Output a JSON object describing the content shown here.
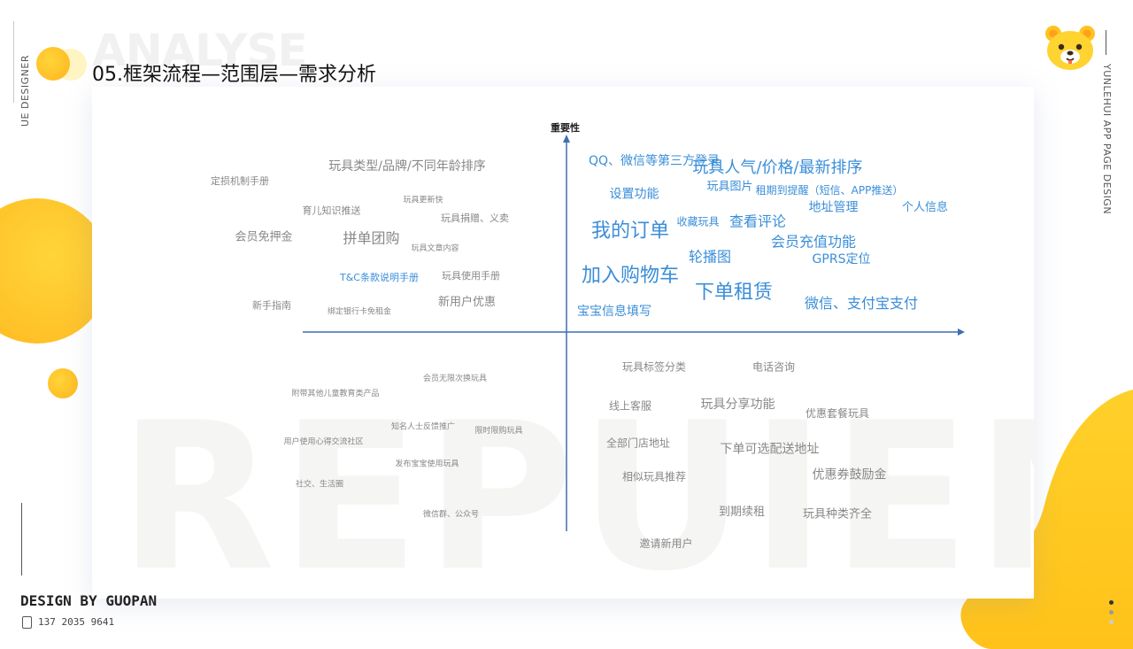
{
  "header": {
    "bg_title": "ANALYSE",
    "title": "05.框架流程—范围层—需求分析"
  },
  "side_labels": {
    "left": "UE DESIGNER",
    "right": "YUNLEHUI APP PAGE DESIGN"
  },
  "footer": {
    "credit": "DESIGN BY GUOPAN",
    "phone": "137 2035 9641"
  },
  "watermark": "REPUIEM",
  "icons": {
    "logo": "bear-face-icon",
    "phone": "phone-icon"
  },
  "colors": {
    "accent": "#ffc21f",
    "item_blue": "#3a8ed8",
    "item_gray": "#888888",
    "axis": "#3f6fb0"
  },
  "chart_data": {
    "type": "scatter",
    "title": "",
    "ylabel": "重要性",
    "xlabel": "",
    "items": [
      {
        "label": "玩具类型/品牌/不同年龄排序",
        "x": -0.4,
        "y": 0.89,
        "size": 14,
        "tone": "gray"
      },
      {
        "label": "定损机制手册",
        "x": -0.82,
        "y": 0.81,
        "size": 11,
        "tone": "gray"
      },
      {
        "label": "玩具更新快",
        "x": -0.36,
        "y": 0.71,
        "size": 9,
        "tone": "gray"
      },
      {
        "label": "育儿知识推送",
        "x": -0.59,
        "y": 0.65,
        "size": 11,
        "tone": "gray"
      },
      {
        "label": "玩具捐赠、义卖",
        "x": -0.23,
        "y": 0.61,
        "size": 11,
        "tone": "gray"
      },
      {
        "label": "会员免押金",
        "x": -0.76,
        "y": 0.51,
        "size": 13,
        "tone": "gray"
      },
      {
        "label": "拼单团购",
        "x": -0.49,
        "y": 0.5,
        "size": 16,
        "tone": "gray"
      },
      {
        "label": "玩具文章内容",
        "x": -0.33,
        "y": 0.45,
        "size": 9,
        "tone": "gray"
      },
      {
        "label": "T&C条款说明手册",
        "x": -0.47,
        "y": 0.29,
        "size": 11,
        "tone": "blue"
      },
      {
        "label": "玩具使用手册",
        "x": -0.24,
        "y": 0.3,
        "size": 11,
        "tone": "gray"
      },
      {
        "label": "新手指南",
        "x": -0.74,
        "y": 0.14,
        "size": 11,
        "tone": "gray"
      },
      {
        "label": "绑定银行卡免租金",
        "x": -0.52,
        "y": 0.11,
        "size": 9,
        "tone": "gray"
      },
      {
        "label": "新用户优惠",
        "x": -0.25,
        "y": 0.16,
        "size": 13,
        "tone": "gray"
      },
      {
        "label": "QQ、微信等第三方登录",
        "x": 0.22,
        "y": 0.92,
        "size": 14,
        "tone": "blue"
      },
      {
        "label": "玩具人气/价格/最新排序",
        "x": 0.53,
        "y": 0.88,
        "size": 18,
        "tone": "blue"
      },
      {
        "label": "设置功能",
        "x": 0.17,
        "y": 0.74,
        "size": 14,
        "tone": "blue"
      },
      {
        "label": "玩具图片",
        "x": 0.41,
        "y": 0.78,
        "size": 13,
        "tone": "blue"
      },
      {
        "label": "租期到提醒（短信、APP推送）",
        "x": 0.66,
        "y": 0.76,
        "size": 12,
        "tone": "blue"
      },
      {
        "label": "地址管理",
        "x": 0.67,
        "y": 0.67,
        "size": 14,
        "tone": "blue"
      },
      {
        "label": "个人信息",
        "x": 0.9,
        "y": 0.67,
        "size": 13,
        "tone": "blue"
      },
      {
        "label": "我的订单",
        "x": 0.16,
        "y": 0.54,
        "size": 22,
        "tone": "blue"
      },
      {
        "label": "收藏玩具",
        "x": 0.33,
        "y": 0.59,
        "size": 12,
        "tone": "blue"
      },
      {
        "label": "查看评论",
        "x": 0.48,
        "y": 0.59,
        "size": 16,
        "tone": "blue"
      },
      {
        "label": "会员充值功能",
        "x": 0.62,
        "y": 0.48,
        "size": 16,
        "tone": "blue"
      },
      {
        "label": "轮播图",
        "x": 0.36,
        "y": 0.4,
        "size": 16,
        "tone": "blue"
      },
      {
        "label": "GPRS定位",
        "x": 0.69,
        "y": 0.39,
        "size": 14,
        "tone": "blue"
      },
      {
        "label": "加入购物车",
        "x": 0.16,
        "y": 0.3,
        "size": 22,
        "tone": "blue"
      },
      {
        "label": "下单租赁",
        "x": 0.42,
        "y": 0.21,
        "size": 22,
        "tone": "blue"
      },
      {
        "label": "宝宝信息填写",
        "x": 0.12,
        "y": 0.11,
        "size": 14,
        "tone": "blue"
      },
      {
        "label": "微信、支付宝支付",
        "x": 0.74,
        "y": 0.15,
        "size": 16,
        "tone": "blue"
      },
      {
        "label": "会员无限次换玩具",
        "x": -0.28,
        "y": -0.25,
        "size": 9,
        "tone": "gray"
      },
      {
        "label": "附带其他儿童教育类产品",
        "x": -0.58,
        "y": -0.33,
        "size": 9,
        "tone": "gray"
      },
      {
        "label": "知名人士反馈推广",
        "x": -0.36,
        "y": -0.51,
        "size": 9,
        "tone": "gray"
      },
      {
        "label": "限时限购玩具",
        "x": -0.17,
        "y": -0.53,
        "size": 9,
        "tone": "gray"
      },
      {
        "label": "用户使用心得交流社区",
        "x": -0.61,
        "y": -0.59,
        "size": 9,
        "tone": "gray"
      },
      {
        "label": "发布宝宝使用玩具",
        "x": -0.35,
        "y": -0.71,
        "size": 9,
        "tone": "gray"
      },
      {
        "label": "社交、生活圈",
        "x": -0.62,
        "y": -0.82,
        "size": 9,
        "tone": "gray"
      },
      {
        "label": "微信群、公众号",
        "x": -0.29,
        "y": -0.98,
        "size": 9,
        "tone": "gray"
      },
      {
        "label": "玩具标签分类",
        "x": 0.22,
        "y": -0.19,
        "size": 12,
        "tone": "gray"
      },
      {
        "label": "电话咨询",
        "x": 0.52,
        "y": -0.19,
        "size": 12,
        "tone": "gray"
      },
      {
        "label": "线上客服",
        "x": 0.16,
        "y": -0.4,
        "size": 12,
        "tone": "gray"
      },
      {
        "label": "玩具分享功能",
        "x": 0.43,
        "y": -0.39,
        "size": 14,
        "tone": "gray"
      },
      {
        "label": "优惠套餐玩具",
        "x": 0.68,
        "y": -0.44,
        "size": 12,
        "tone": "gray"
      },
      {
        "label": "全部门店地址",
        "x": 0.18,
        "y": -0.6,
        "size": 12,
        "tone": "gray"
      },
      {
        "label": "下单可选配送地址",
        "x": 0.51,
        "y": -0.63,
        "size": 14,
        "tone": "gray"
      },
      {
        "label": "相似玩具推荐",
        "x": 0.22,
        "y": -0.78,
        "size": 12,
        "tone": "gray"
      },
      {
        "label": "优惠券鼓励金",
        "x": 0.71,
        "y": -0.77,
        "size": 14,
        "tone": "gray"
      },
      {
        "label": "到期续租",
        "x": 0.44,
        "y": -0.97,
        "size": 13,
        "tone": "gray"
      },
      {
        "label": "玩具种类齐全",
        "x": 0.68,
        "y": -0.98,
        "size": 13,
        "tone": "gray"
      },
      {
        "label": "邀请新用户",
        "x": 0.25,
        "y": -1.14,
        "size": 12,
        "tone": "gray"
      }
    ]
  }
}
